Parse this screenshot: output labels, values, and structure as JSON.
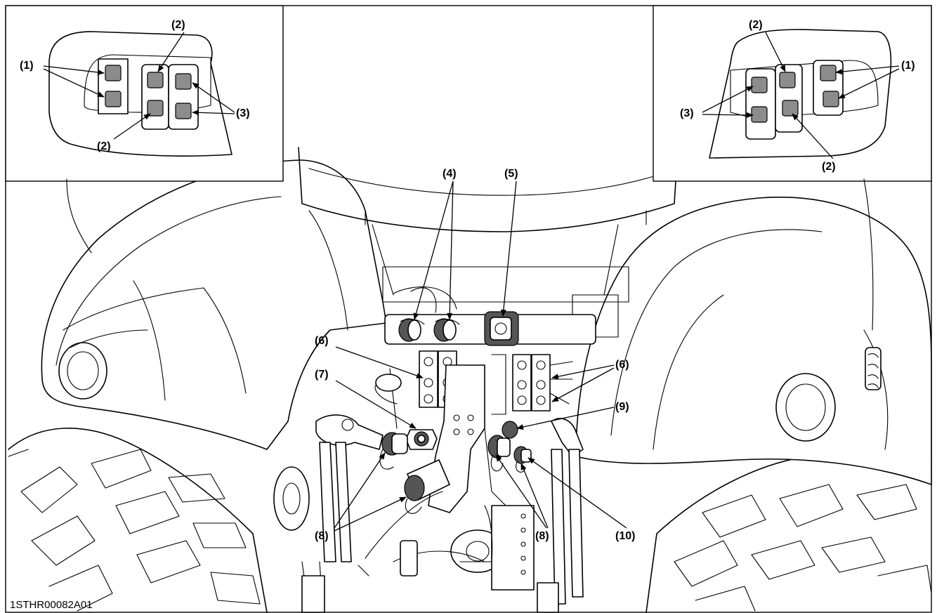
{
  "figure": {
    "code": "1STHR00082A01",
    "labels": {
      "inset_left": {
        "l1": "(1)",
        "l2_top": "(2)",
        "l2_bottom": "(2)",
        "l3": "(3)"
      },
      "inset_right": {
        "l1": "(1)",
        "l2_top": "(2)",
        "l2_bottom": "(2)",
        "l3": "(3)"
      },
      "main": {
        "l4": "(4)",
        "l5": "(5)",
        "l6_left": "(6)",
        "l6_right": "(6)",
        "l7": "(7)",
        "l8_left": "(8)",
        "l8_right": "(8)",
        "l9": "(9)",
        "l10": "(10)"
      }
    }
  }
}
